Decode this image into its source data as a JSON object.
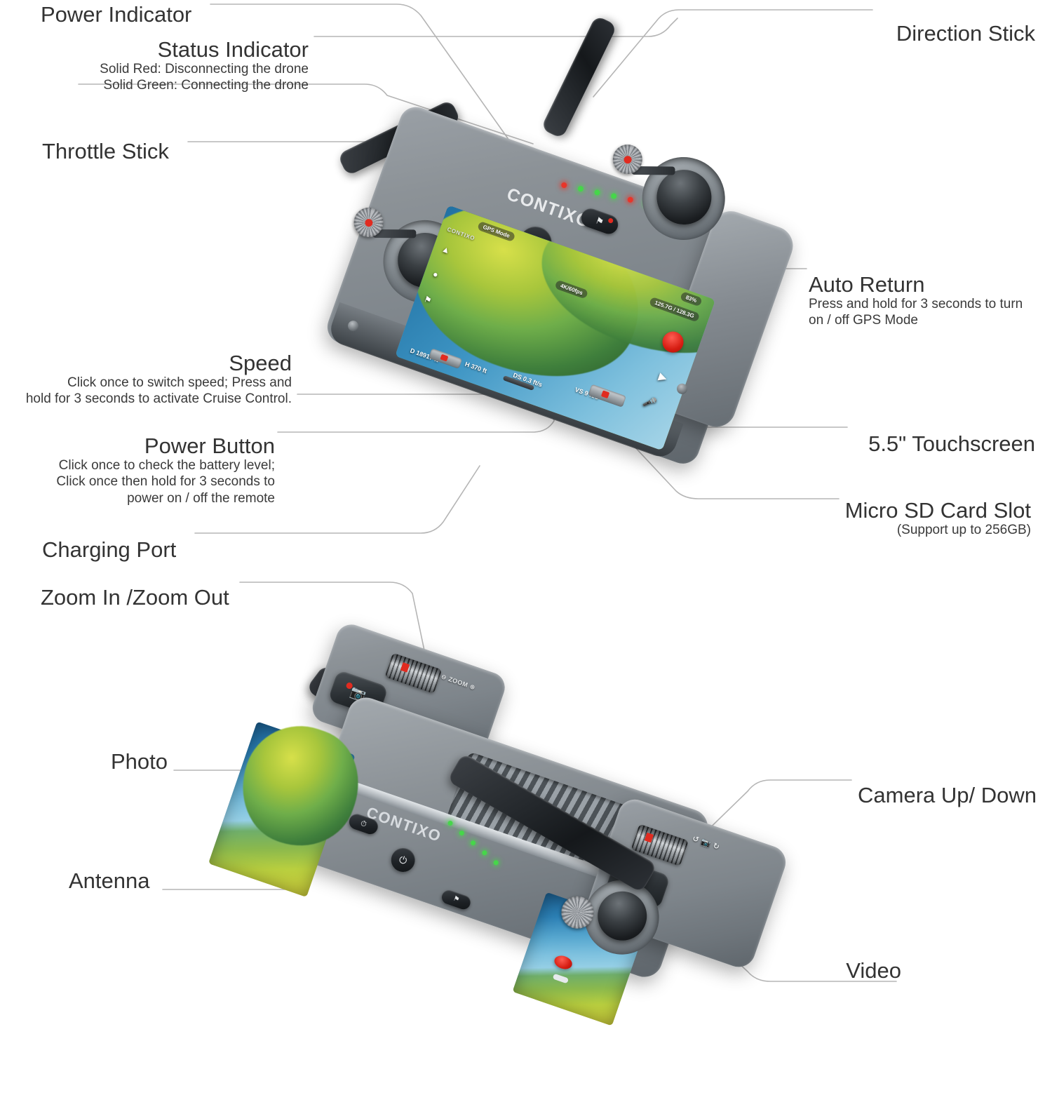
{
  "brand": "CONTIXO",
  "theme": {
    "text": "#333333",
    "leader_line": "#b5b5b5",
    "accent_red": "#e12b20",
    "led_green": "#46d64a",
    "body_gray": "#8c9297"
  },
  "top_diagram": {
    "callouts": [
      {
        "id": "power-indicator",
        "title": "Power Indicator",
        "sub": [],
        "side": "left"
      },
      {
        "id": "status-indicator",
        "title": "Status Indicator",
        "sub": [
          "Solid Red: Disconnecting the drone",
          "Solid Green: Connecting the drone"
        ],
        "side": "left"
      },
      {
        "id": "throttle-stick",
        "title": "Throttle Stick",
        "sub": [],
        "side": "left"
      },
      {
        "id": "speed",
        "title": "Speed",
        "sub": [
          "Click once to switch speed; Press and",
          "hold for 3 seconds to activate Cruise Control."
        ],
        "side": "left"
      },
      {
        "id": "power-button",
        "title": "Power Button",
        "sub": [
          "Click once to check the battery level;",
          "Click once then hold for 3 seconds to",
          "power on / off the remote"
        ],
        "side": "left"
      },
      {
        "id": "charging-port",
        "title": "Charging Port",
        "sub": [],
        "side": "left"
      },
      {
        "id": "direction-stick",
        "title": "Direction Stick",
        "sub": [],
        "side": "right"
      },
      {
        "id": "auto-return",
        "title": "Auto Return",
        "sub": [
          "Press and hold for 3 seconds to turn",
          "on / off GPS Mode"
        ],
        "side": "right"
      },
      {
        "id": "touchscreen",
        "title": "5.5\" Touchscreen",
        "sub": [],
        "side": "right"
      },
      {
        "id": "micro-sd-card-slot",
        "title": "Micro SD Card Slot",
        "sub": [
          "(Support up to 256GB)"
        ],
        "side": "right"
      }
    ],
    "screen_hud": {
      "mode_badge": "GPS Mode",
      "brand": "CONTIXO",
      "battery": "83%",
      "video_format": "4K/60fps",
      "storage": "125.7G / 128.3G",
      "telemetry": [
        {
          "key": "D",
          "value": "18917",
          "unit": "ft"
        },
        {
          "key": "H",
          "value": "370",
          "unit": "ft"
        },
        {
          "key": "DS",
          "value": "0.3",
          "unit": "ft/s"
        },
        {
          "key": "VS",
          "value": "9",
          "unit": "ft/s"
        }
      ],
      "side_icons": [
        "gallery-icon",
        "microphone-icon"
      ],
      "left_icons": [
        "takeoff-icon",
        "map-pin-icon",
        "return-home-icon"
      ]
    },
    "leds": [
      "red",
      "green",
      "green",
      "green",
      "red",
      "green"
    ]
  },
  "bottom_diagram": {
    "callouts": [
      {
        "id": "zoom-in-zoom-out",
        "title": "Zoom In /Zoom Out",
        "sub": [],
        "side": "left"
      },
      {
        "id": "photo",
        "title": "Photo",
        "sub": [],
        "side": "left"
      },
      {
        "id": "antenna",
        "title": "Antenna",
        "sub": [],
        "side": "left"
      },
      {
        "id": "camera-up-down",
        "title": "Camera Up/ Down",
        "sub": [],
        "side": "right"
      },
      {
        "id": "video",
        "title": "Video",
        "sub": [],
        "side": "right"
      }
    ],
    "zoom_dial_label": "ZOOM",
    "zoom_minus": "⊖",
    "zoom_plus": "⊕",
    "brand": "CONTIXO"
  }
}
